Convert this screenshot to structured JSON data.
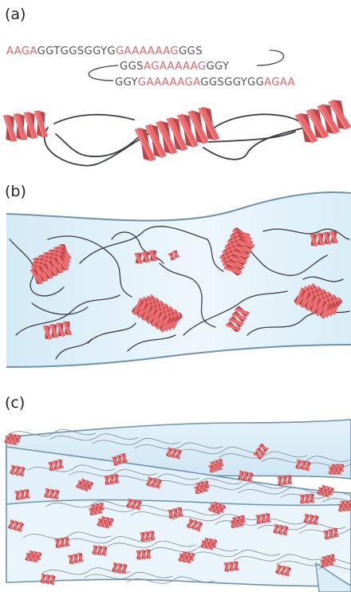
{
  "panels": {
    "a": {
      "label": "(a)"
    },
    "b": {
      "label": "(b)"
    },
    "c": {
      "label": "(c)"
    }
  },
  "sequence": {
    "line1": [
      {
        "text": "AAGA",
        "kind": "red"
      },
      {
        "text": "GGTGGSGGYG",
        "kind": "grey"
      },
      {
        "text": "GAAAAAAG",
        "kind": "red"
      },
      {
        "text": "GGS",
        "kind": "grey"
      }
    ],
    "line2": [
      {
        "text": "GGS",
        "kind": "grey"
      },
      {
        "text": "AGAAAAAG",
        "kind": "red"
      },
      {
        "text": "GGY",
        "kind": "grey"
      }
    ],
    "line3": [
      {
        "text": "GGY",
        "kind": "grey"
      },
      {
        "text": "GAAAAAGA",
        "kind": "red"
      },
      {
        "text": "GGSGGYGG",
        "kind": "grey"
      },
      {
        "text": "AGAA",
        "kind": "red"
      }
    ]
  },
  "colors": {
    "helix": "#e8676b",
    "helix_dark": "#b9464b",
    "helix_light": "#f59a9c",
    "chain": "#3a3d42",
    "fiber_fill": "#dbeef8",
    "fiber_edge": "#6f93ab",
    "text_red": "#d9646a",
    "text_grey": "#555555"
  }
}
